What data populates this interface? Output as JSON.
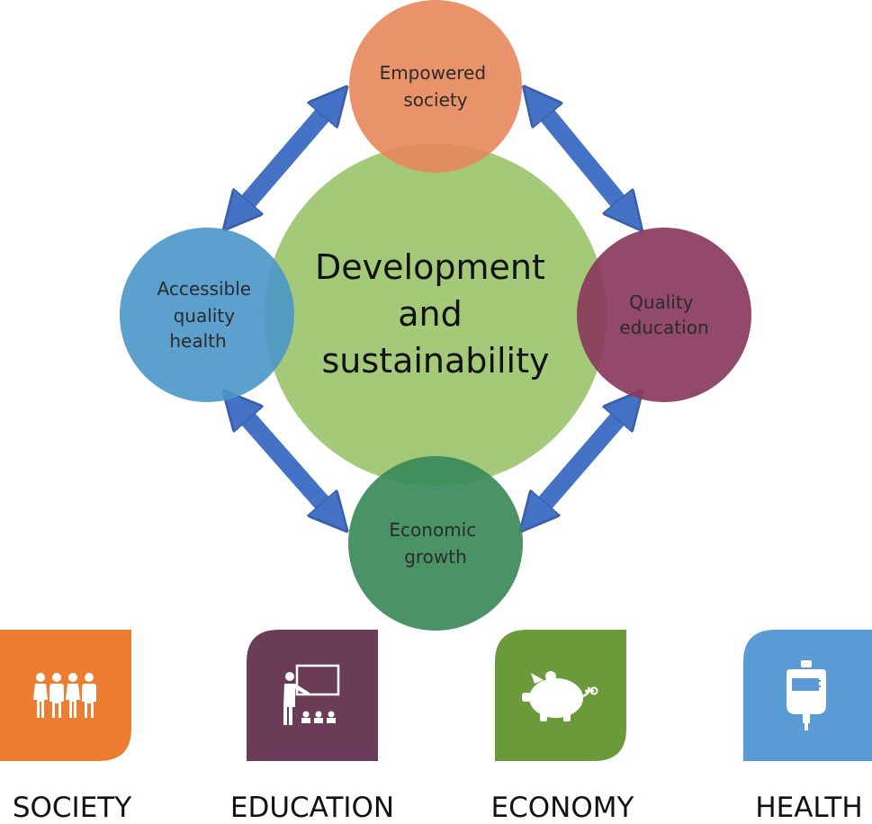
{
  "center": {
    "lines": [
      "Development",
      "and",
      "sustainability"
    ],
    "color": "#9cc46e"
  },
  "nodes": {
    "top": {
      "lines": [
        "Empowered",
        "society"
      ],
      "color": "#e5875a"
    },
    "left": {
      "lines": [
        "Accessible",
        "quality",
        "health"
      ],
      "color": "#4a96c8"
    },
    "right": {
      "lines": [
        "Quality",
        "education"
      ],
      "color": "#8a3a5c"
    },
    "bottom": {
      "lines": [
        "Economic",
        "growth"
      ],
      "color": "#3a8a5a"
    }
  },
  "arrow_color": "#4472c4",
  "categories": [
    {
      "label": "SOCIETY",
      "icon": "people-icon",
      "color": "#ed7d31"
    },
    {
      "label": "EDUCATION",
      "icon": "teacher-icon",
      "color": "#6b3c58"
    },
    {
      "label": "ECONOMY",
      "icon": "piggy-bank-icon",
      "color": "#6a9a3a"
    },
    {
      "label": "HEALTH",
      "icon": "iv-drip-bag-icon",
      "color": "#5b9bd5"
    }
  ]
}
